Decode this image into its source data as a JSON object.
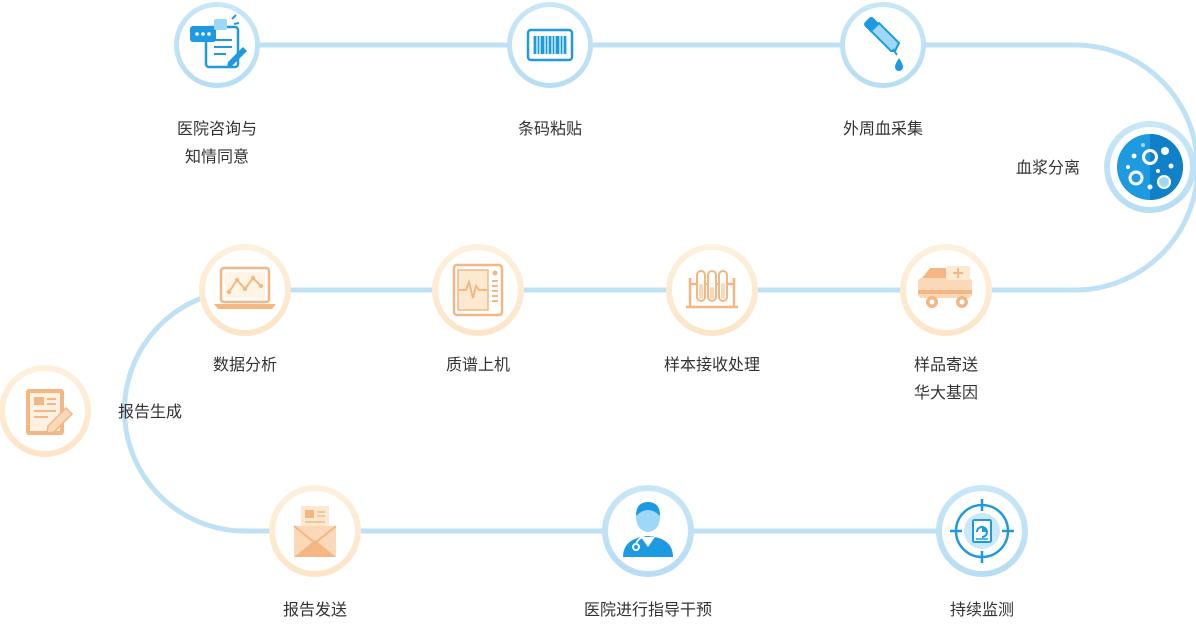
{
  "steps": [
    {
      "id": "consent",
      "lines": [
        "医院咨询与",
        "知情同意"
      ],
      "icon": "consult-document-icon",
      "theme": "blue"
    },
    {
      "id": "barcode",
      "lines": [
        "条码粘贴"
      ],
      "icon": "barcode-icon",
      "theme": "blue"
    },
    {
      "id": "blood",
      "lines": [
        "外周血采集"
      ],
      "icon": "dropper-icon",
      "theme": "blue"
    },
    {
      "id": "plasma",
      "lines": [
        "血浆分离"
      ],
      "icon": "cells-icon",
      "theme": "blue"
    },
    {
      "id": "shipping",
      "lines": [
        "样品寄送",
        "华大基因"
      ],
      "icon": "ambulance-icon",
      "theme": "orange"
    },
    {
      "id": "processing",
      "lines": [
        "样本接收处理"
      ],
      "icon": "test-tubes-icon",
      "theme": "orange"
    },
    {
      "id": "sequencing",
      "lines": [
        "质谱上机"
      ],
      "icon": "sequencer-icon",
      "theme": "orange"
    },
    {
      "id": "analysis",
      "lines": [
        "数据分析"
      ],
      "icon": "laptop-chart-icon",
      "theme": "orange"
    },
    {
      "id": "report",
      "lines": [
        "报告生成"
      ],
      "icon": "report-edit-icon",
      "theme": "orange"
    },
    {
      "id": "sending",
      "lines": [
        "报告发送"
      ],
      "icon": "envelope-icon",
      "theme": "orange"
    },
    {
      "id": "guidance",
      "lines": [
        "医院进行指导干预"
      ],
      "icon": "doctor-icon",
      "theme": "blue"
    },
    {
      "id": "monitoring",
      "lines": [
        "持续监测"
      ],
      "icon": "target-monitor-icon",
      "theme": "blue"
    }
  ],
  "colors": {
    "path": "#bfe1f5",
    "blue_ring": "#bfe1f5",
    "orange_ring": "#fde9cf",
    "blue_icon": "#1e9be0",
    "blue_light": "#9fd7f8",
    "orange_icon": "#f4b784",
    "orange_light": "#fbd9b8",
    "text": "#333333"
  }
}
